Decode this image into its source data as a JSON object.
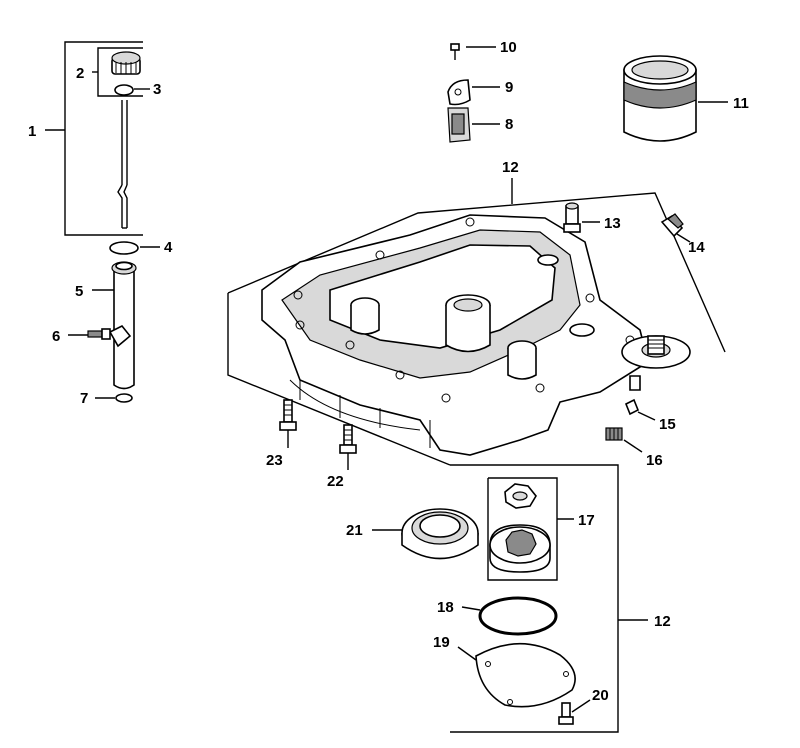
{
  "callouts": [
    {
      "id": "1",
      "text": "1"
    },
    {
      "id": "2",
      "text": "2"
    },
    {
      "id": "3",
      "text": "3"
    },
    {
      "id": "4",
      "text": "4"
    },
    {
      "id": "5",
      "text": "5"
    },
    {
      "id": "6",
      "text": "6"
    },
    {
      "id": "7",
      "text": "7"
    },
    {
      "id": "8",
      "text": "8"
    },
    {
      "id": "9",
      "text": "9"
    },
    {
      "id": "10",
      "text": "10"
    },
    {
      "id": "11",
      "text": "11"
    },
    {
      "id": "12a",
      "text": "12"
    },
    {
      "id": "13",
      "text": "13"
    },
    {
      "id": "14",
      "text": "14"
    },
    {
      "id": "15",
      "text": "15"
    },
    {
      "id": "16",
      "text": "16"
    },
    {
      "id": "17",
      "text": "17"
    },
    {
      "id": "18",
      "text": "18"
    },
    {
      "id": "19",
      "text": "19"
    },
    {
      "id": "20",
      "text": "20"
    },
    {
      "id": "21",
      "text": "21"
    },
    {
      "id": "22",
      "text": "22"
    },
    {
      "id": "23",
      "text": "23"
    },
    {
      "id": "12b",
      "text": "12"
    }
  ]
}
